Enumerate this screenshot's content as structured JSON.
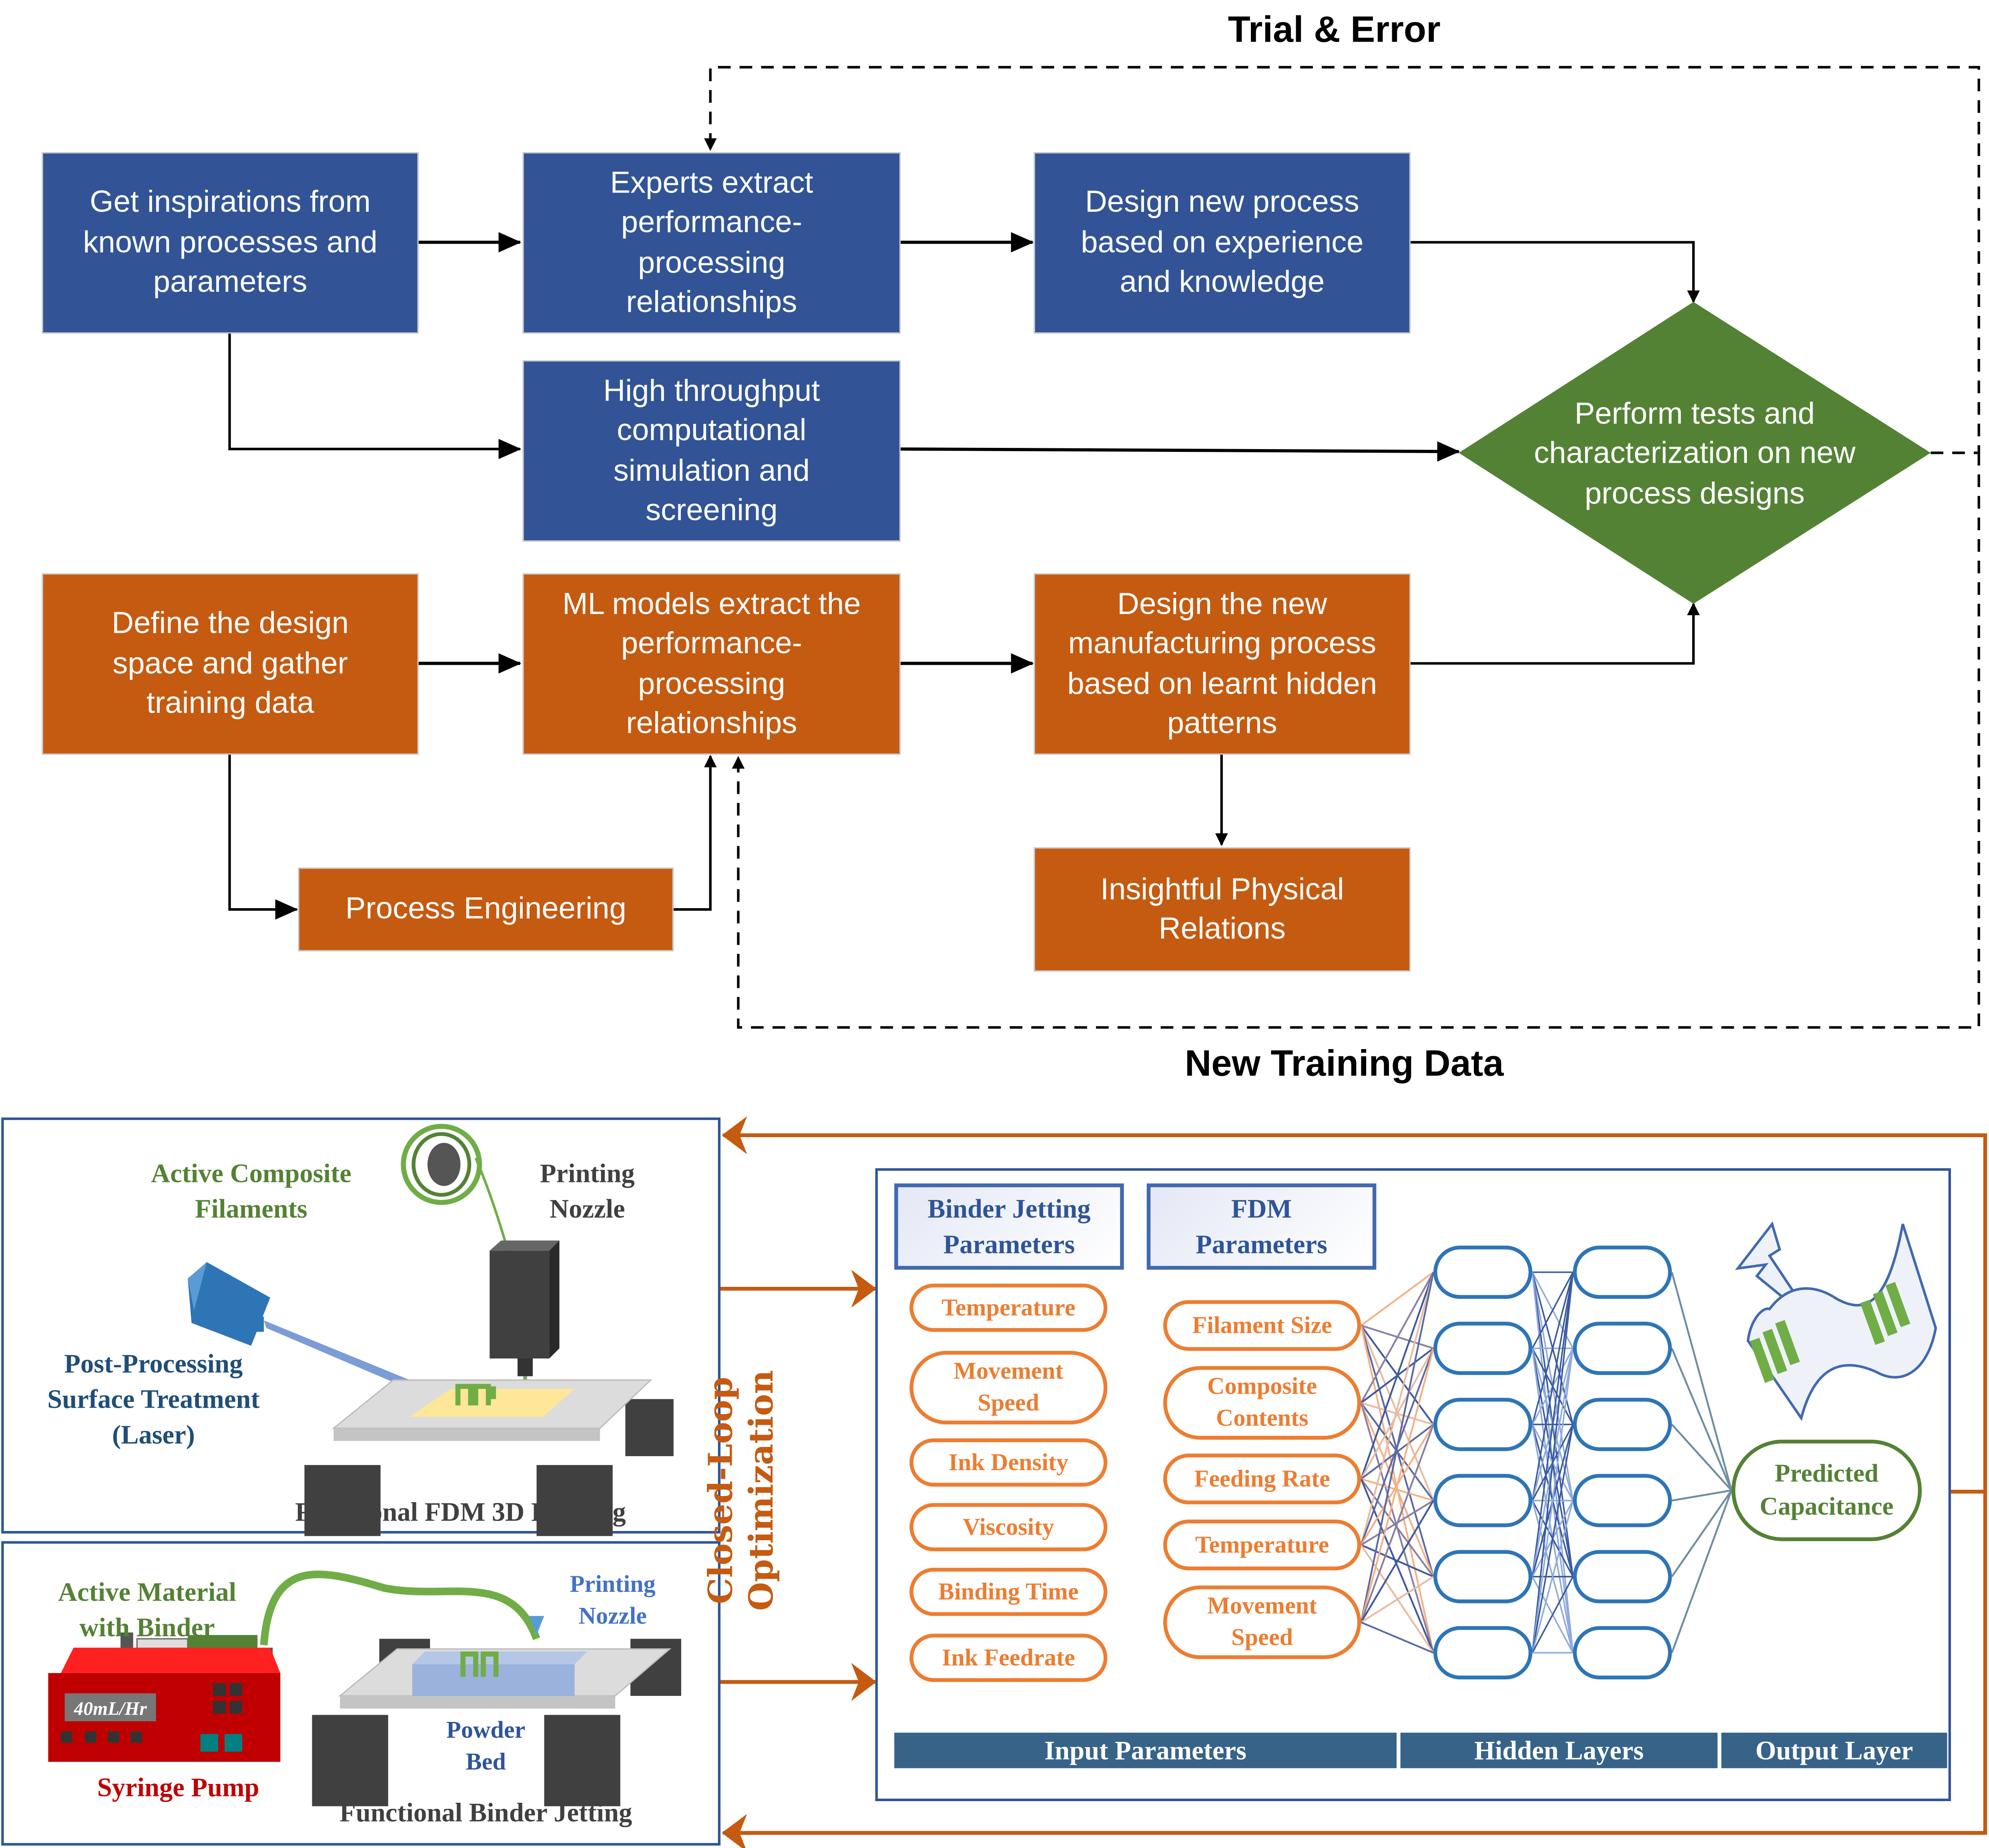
{
  "flowchart": {
    "trial_error_label": "Trial & Error",
    "new_training_data_label": "New Training Data",
    "traditional": {
      "inspiration": "Get inspirations from\nknown processes and\nparameters",
      "experts_extract": "Experts extract\nperformance-\nprocessing\nrelationships",
      "design_experience": "Design new process\nbased on experience\nand knowledge",
      "high_throughput": "High throughput\ncomputational\nsimulation and\nscreening"
    },
    "decision": "Perform tests and\ncharacterization on new\nprocess designs",
    "ml": {
      "define_space": "Define the design\nspace and gather\ntraining data",
      "ml_extract": "ML models extract the\nperformance-\nprocessing\nrelationships",
      "design_ml": "Design the new\nmanufacturing process\nbased on learnt hidden\npatterns",
      "process_engineering": "Process Engineering",
      "physical_relations": "Insightful Physical\nRelations"
    },
    "colors": {
      "traditional": "#325496",
      "ml": "#C55A11",
      "decision": "#548235"
    }
  },
  "fdm_panel": {
    "filaments_label": "Active Composite\nFilaments",
    "nozzle_label": "Printing\nNozzle",
    "post_processing_label": "Post-Processing\nSurface Treatment\n(Laser)",
    "title": "Functional FDM 3D Printing"
  },
  "binder_panel": {
    "active_material_label": "Active Material\nwith Binder",
    "nozzle_label": "Printing\nNozzle",
    "pump_display": "40mL/Hr",
    "powder_bed_label": "Powder\nBed",
    "syringe_label": "Syringe Pump",
    "title": "Functional Binder Jetting"
  },
  "closed_loop_label": "Closed-Loop\nOptimization",
  "network": {
    "binder_header": "Binder Jetting\nParameters",
    "fdm_header": "FDM\nParameters",
    "binder_params": [
      "Temperature",
      "Movement\nSpeed",
      "Ink Density",
      "Viscosity",
      "Binding Time",
      "Ink Feedrate"
    ],
    "fdm_params": [
      "Filament Size",
      "Composite\nContents",
      "Feeding Rate",
      "Temperature",
      "Movement\nSpeed"
    ],
    "hidden_layers": 2,
    "nodes_per_hidden_layer": 6,
    "output": "Predicted\nCapacitance",
    "layer_labels": {
      "input": "Input Parameters",
      "hidden": "Hidden Layers",
      "output": "Output Layer"
    }
  }
}
